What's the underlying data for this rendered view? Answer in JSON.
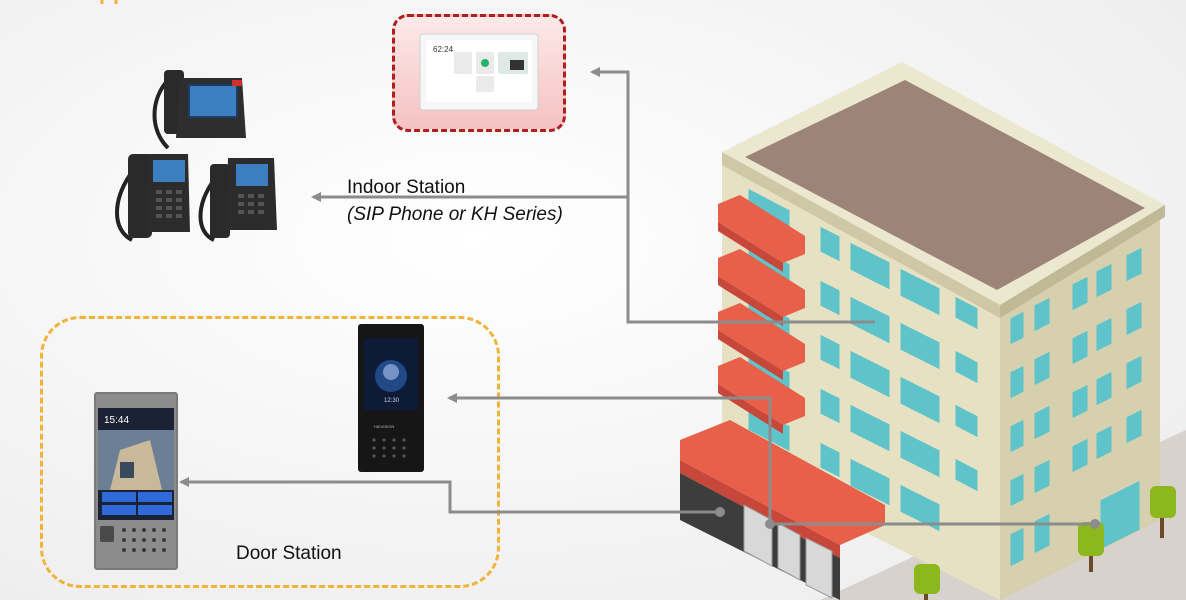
{
  "labels": {
    "indoor_title": "Indoor Station",
    "indoor_sub": "(SIP Phone or KH Series)",
    "door_title": "Door Station"
  },
  "devices": {
    "indoor_monitor_time": "62:24",
    "door_panel_time": "12:30",
    "door_panel_brand": "HIKVISION",
    "large_door_time": "15:44"
  },
  "colors": {
    "arrow": "#8c8c8c",
    "door_group_border": "#f0b43c",
    "monitor_highlight_border": "#b01e1e",
    "monitor_highlight_fill": "#f6caca",
    "building_wall": "#e6e1c2",
    "building_roof": "#9c8478",
    "balcony": "#e85f4a",
    "window": "#5fc4c9"
  }
}
